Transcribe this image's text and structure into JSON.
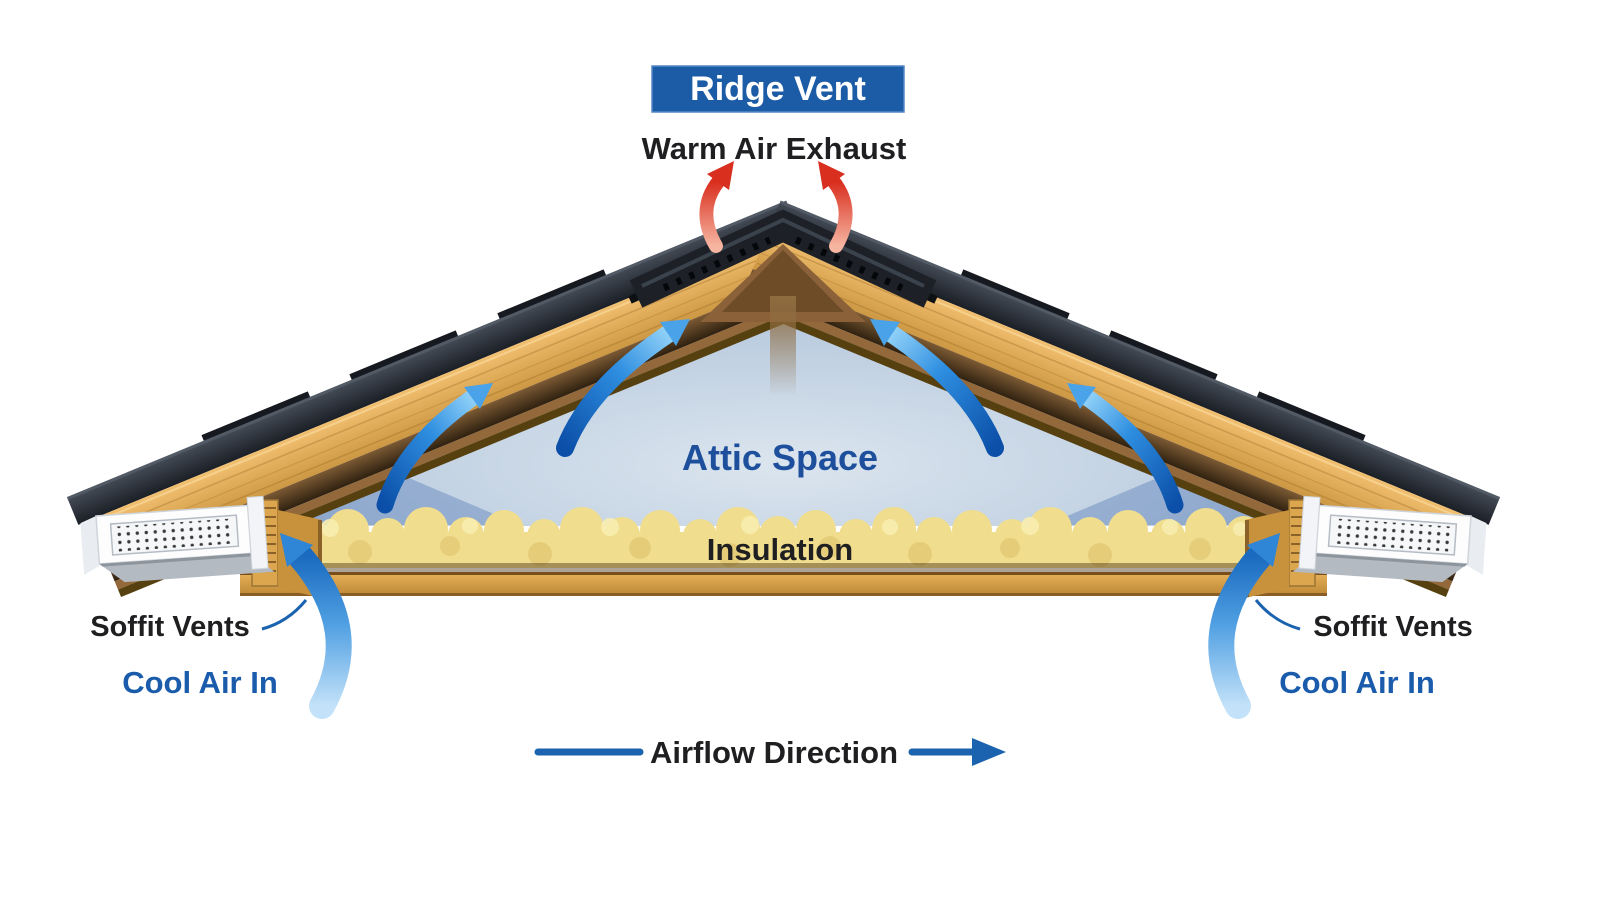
{
  "diagram": {
    "type": "attic-ventilation-cross-section",
    "banner": {
      "label": "Ridge Vent"
    },
    "labels": {
      "warm_air_exhaust": "Warm Air Exhaust",
      "attic_space": "Attic Space",
      "insulation": "Insulation",
      "soffit_vents_left": "Soffit Vents",
      "soffit_vents_right": "Soffit Vents",
      "cool_air_in_left": "Cool Air In",
      "cool_air_in_right": "Cool Air In",
      "airflow_direction": "Airflow Direction"
    },
    "arrows": {
      "warm_exhaust_count": 2,
      "attic_updraft_count": 4,
      "soffit_intake_count": 2,
      "warm_color": "#d92f1f",
      "cool_color": "#1f7ad0"
    },
    "colors": {
      "banner_bg": "#1c5ca6",
      "banner_text": "#ffffff",
      "label_dark": "#1f1f21",
      "label_blue": "#1a5cab",
      "attic_label_blue": "#1d4f9c",
      "shingles": "#23272e",
      "wood": "#e0a855",
      "insulation": "#f0dd8e",
      "attic_background": "#b9cbdc",
      "soffit_white": "#f7f9fb"
    }
  }
}
